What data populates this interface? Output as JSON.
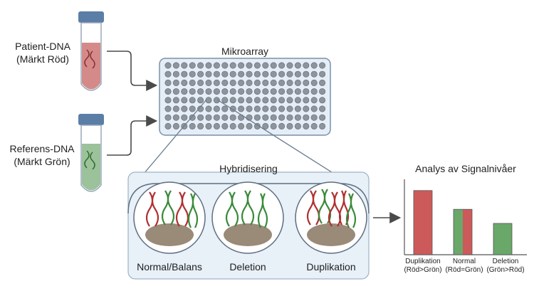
{
  "patient": {
    "line1": "Patient-DNA",
    "line2": "(Märkt Röd)"
  },
  "reference": {
    "line1": "Referens-DNA",
    "line2": "(Märkt Grön)"
  },
  "microarray": {
    "title": "Mikroarray"
  },
  "hybridization": {
    "title": "Hybridisering",
    "panels": [
      {
        "label": "Normal/Balans"
      },
      {
        "label": "Deletion"
      },
      {
        "label": "Duplikation"
      }
    ]
  },
  "analysis": {
    "title": "Analys av Signalnivåer",
    "bars": [
      {
        "label_line1": "Duplikation",
        "label_line2": "(Röd>Grön)",
        "value": 0.82
      },
      {
        "label_line1": "Normal",
        "label_line2": "(Röd=Grön)",
        "value": 0.58
      },
      {
        "label_line1": "Deletion",
        "label_line2": "(Grön>Röd)",
        "value": 0.4
      }
    ]
  },
  "colors": {
    "red": "#cc5a5a",
    "green": "#6aa86a",
    "blue": "#4a7bb0",
    "panel": "#e8f0f8",
    "accent_arrow": "#555555"
  }
}
